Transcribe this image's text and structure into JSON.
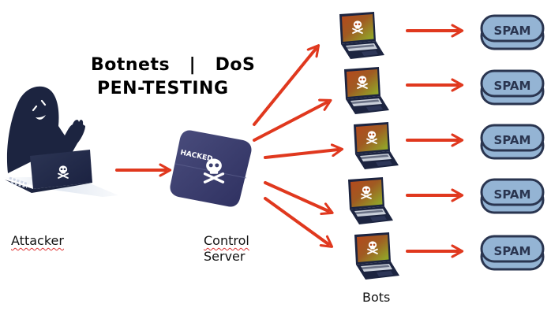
{
  "title": {
    "line1": "Botnets   |   DoS",
    "line2": "PEN-TESTING"
  },
  "labels": {
    "attacker": "Attacker",
    "control_server_line1": "Control",
    "control_server_line2": "Server",
    "bots": "Bots"
  },
  "server_badge": "HACKED",
  "spam_label": "SPAM",
  "bots": [
    {
      "id": "bot-1",
      "icon": "infected-laptop-icon",
      "output": "SPAM"
    },
    {
      "id": "bot-2",
      "icon": "infected-laptop-icon",
      "output": "SPAM"
    },
    {
      "id": "bot-3",
      "icon": "infected-laptop-icon",
      "output": "SPAM"
    },
    {
      "id": "bot-4",
      "icon": "infected-laptop-icon",
      "output": "SPAM"
    },
    {
      "id": "bot-5",
      "icon": "infected-laptop-icon",
      "output": "SPAM"
    }
  ],
  "colors": {
    "arrow": "#e0381e",
    "dark_navy": "#1c2440",
    "server_purple": "#3c3f6e",
    "spam_fill": "#94b4d4",
    "spam_outline": "#2a3550",
    "screen_orange": "#b5481c",
    "screen_green": "#8fb52a"
  }
}
